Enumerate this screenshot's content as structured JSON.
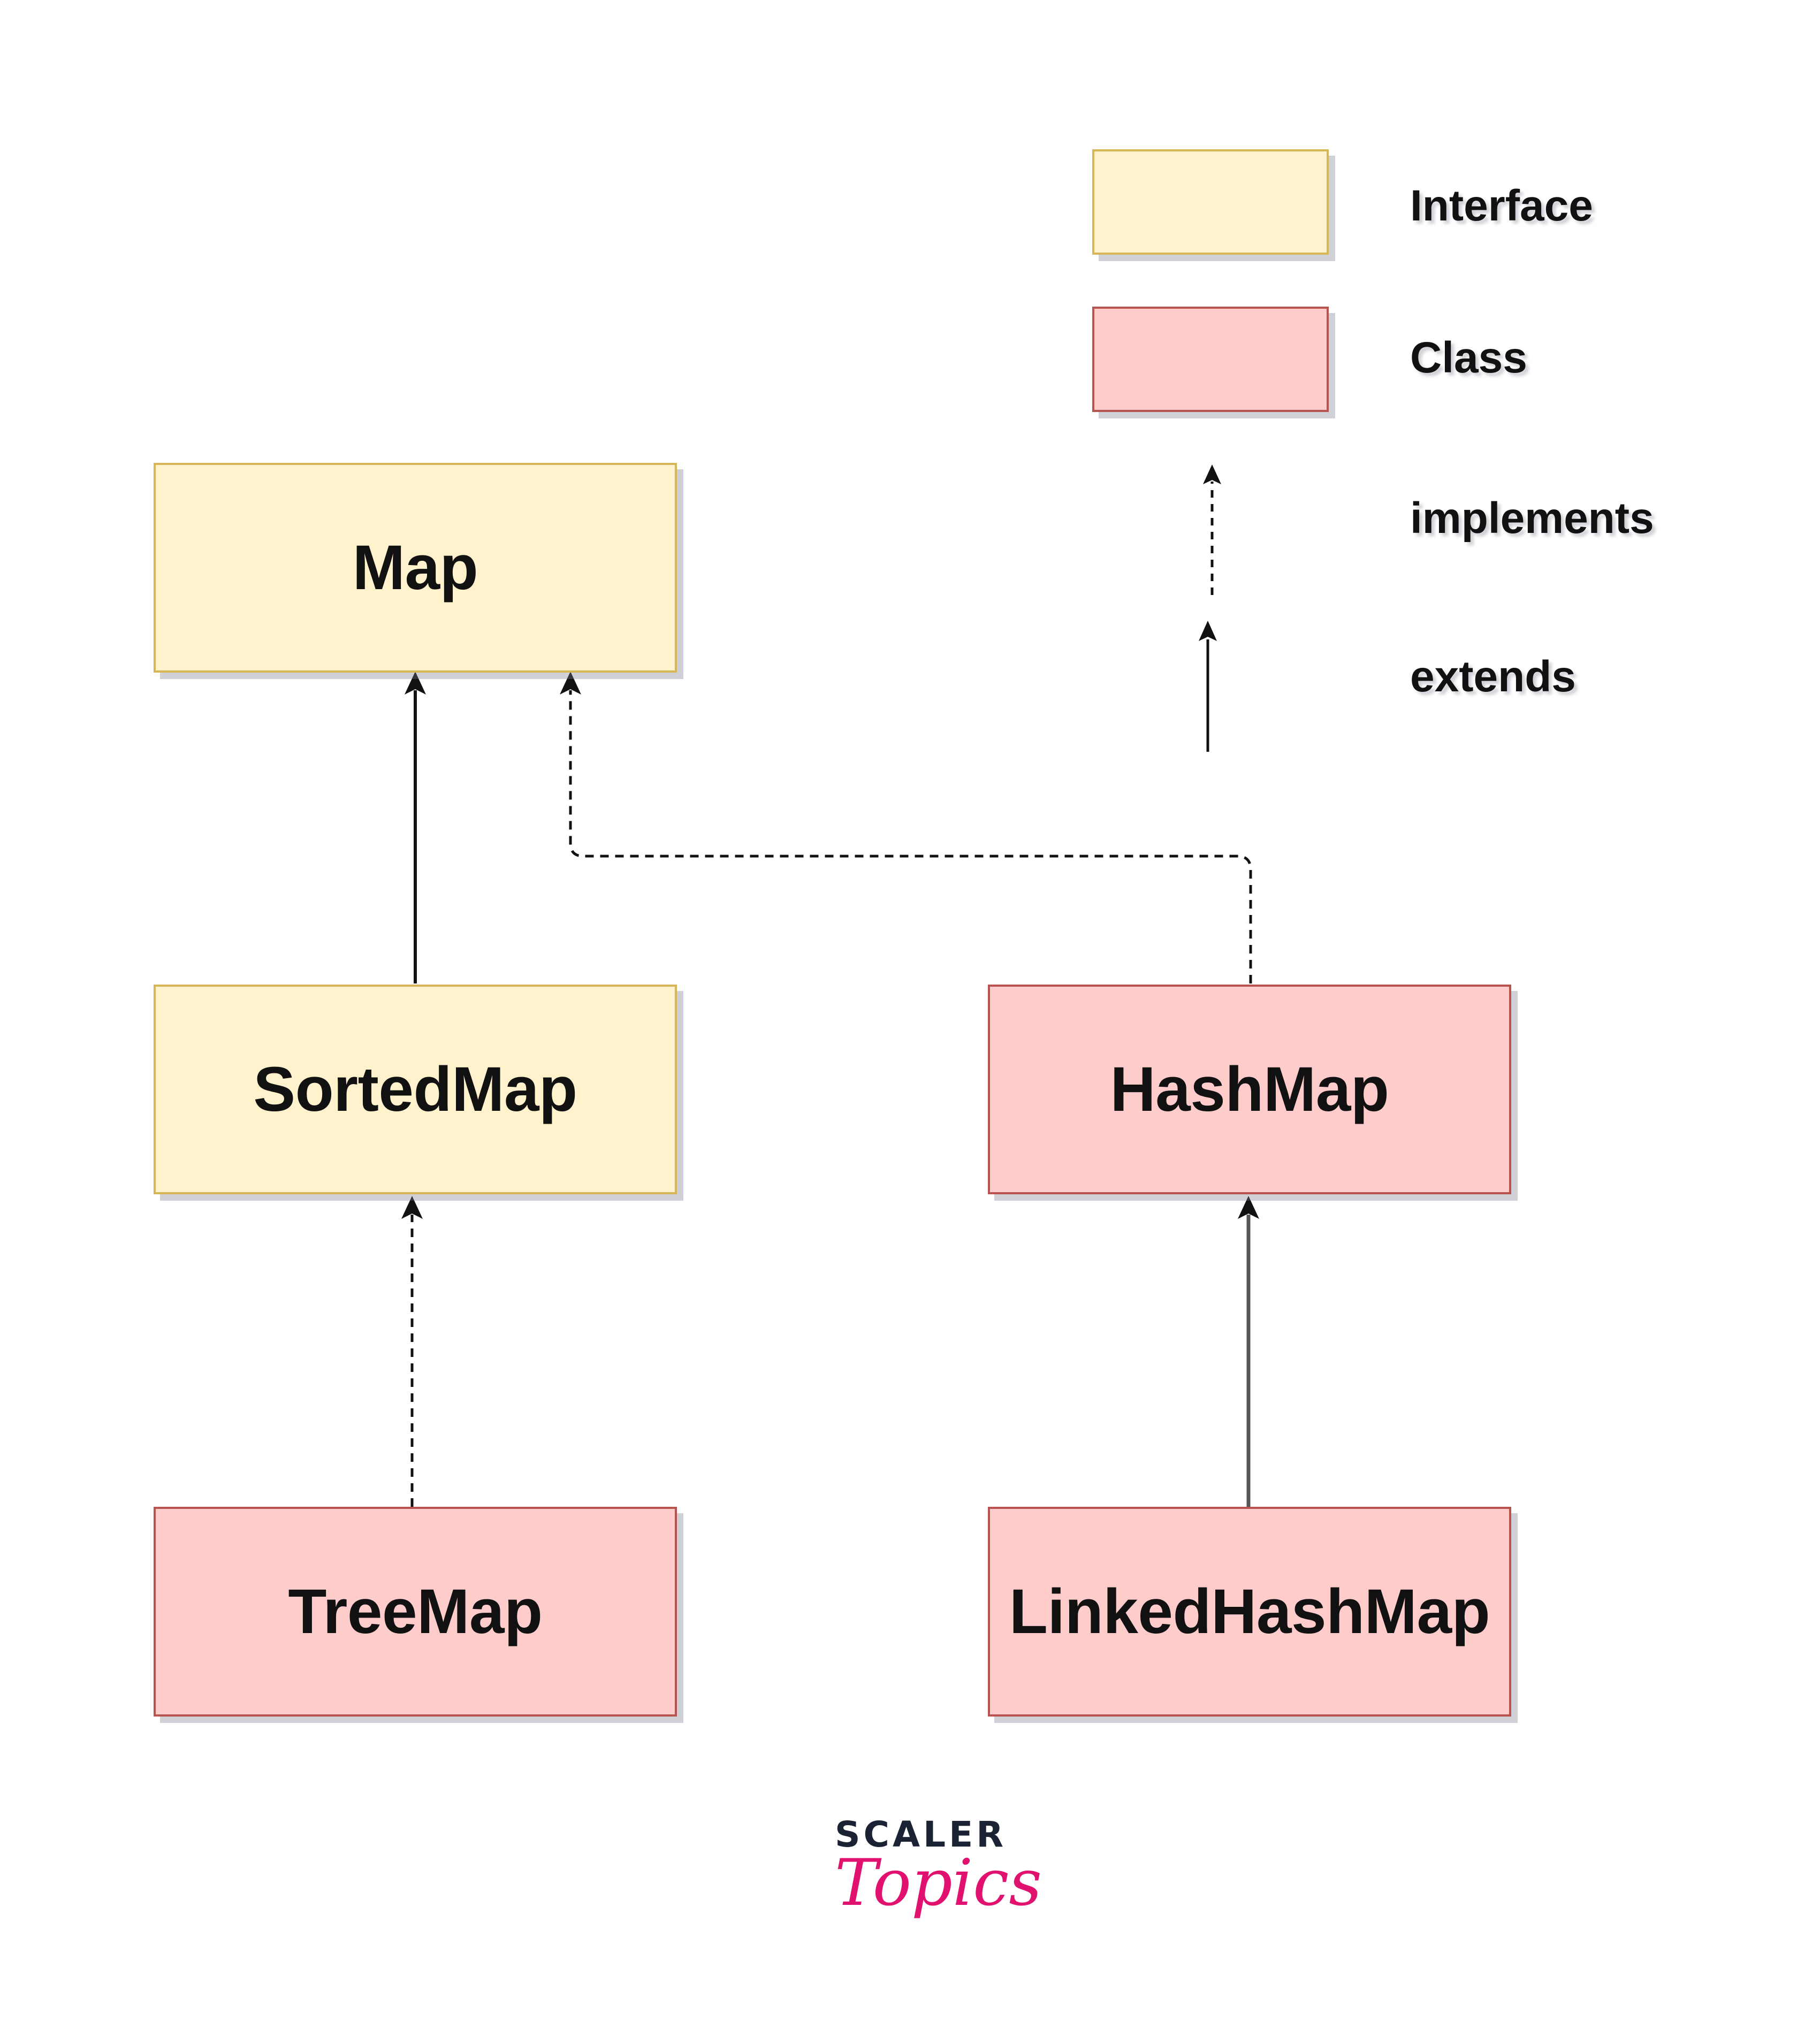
{
  "nodes": {
    "map": {
      "label": "Map",
      "kind": "interface"
    },
    "sortedmap": {
      "label": "SortedMap",
      "kind": "interface"
    },
    "hashmap": {
      "label": "HashMap",
      "kind": "class"
    },
    "treemap": {
      "label": "TreeMap",
      "kind": "class"
    },
    "linkedhashmap": {
      "label": "LinkedHashMap",
      "kind": "class"
    }
  },
  "edges": [
    {
      "from": "SortedMap",
      "to": "Map",
      "type": "extends"
    },
    {
      "from": "HashMap",
      "to": "Map",
      "type": "implements"
    },
    {
      "from": "TreeMap",
      "to": "SortedMap",
      "type": "implements"
    },
    {
      "from": "LinkedHashMap",
      "to": "HashMap",
      "type": "extends"
    }
  ],
  "legend": {
    "interface_label": "Interface",
    "class_label": "Class",
    "implements_label": "implements",
    "extends_label": "extends"
  },
  "colors": {
    "interface_fill": "#fff2cc",
    "interface_border": "#d6b656",
    "class_fill": "#ffcccc",
    "class_border": "#b85450",
    "arrow": "#111111"
  },
  "logo": {
    "line1": "SCALER",
    "line2": "Topics"
  }
}
